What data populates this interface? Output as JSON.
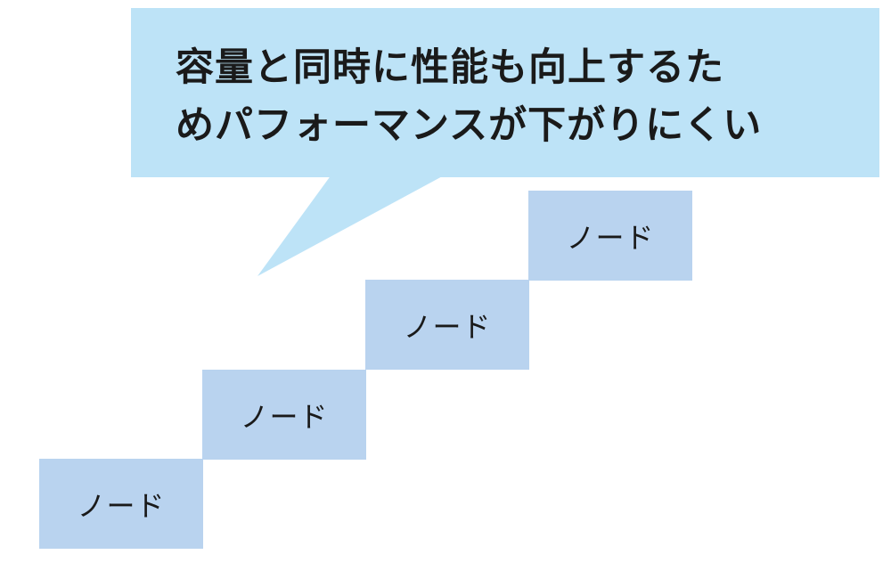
{
  "callout": {
    "line1": "容量と同時に性能も向上するた",
    "line2": "めパフォーマンスが下がりにくい",
    "color": "#bde3f7"
  },
  "nodes": [
    {
      "label": "ノード"
    },
    {
      "label": "ノード"
    },
    {
      "label": "ノード"
    },
    {
      "label": "ノード"
    }
  ],
  "colors": {
    "node_fill": "#b9d3ef",
    "text": "#1a1a1a",
    "background": "#ffffff"
  }
}
